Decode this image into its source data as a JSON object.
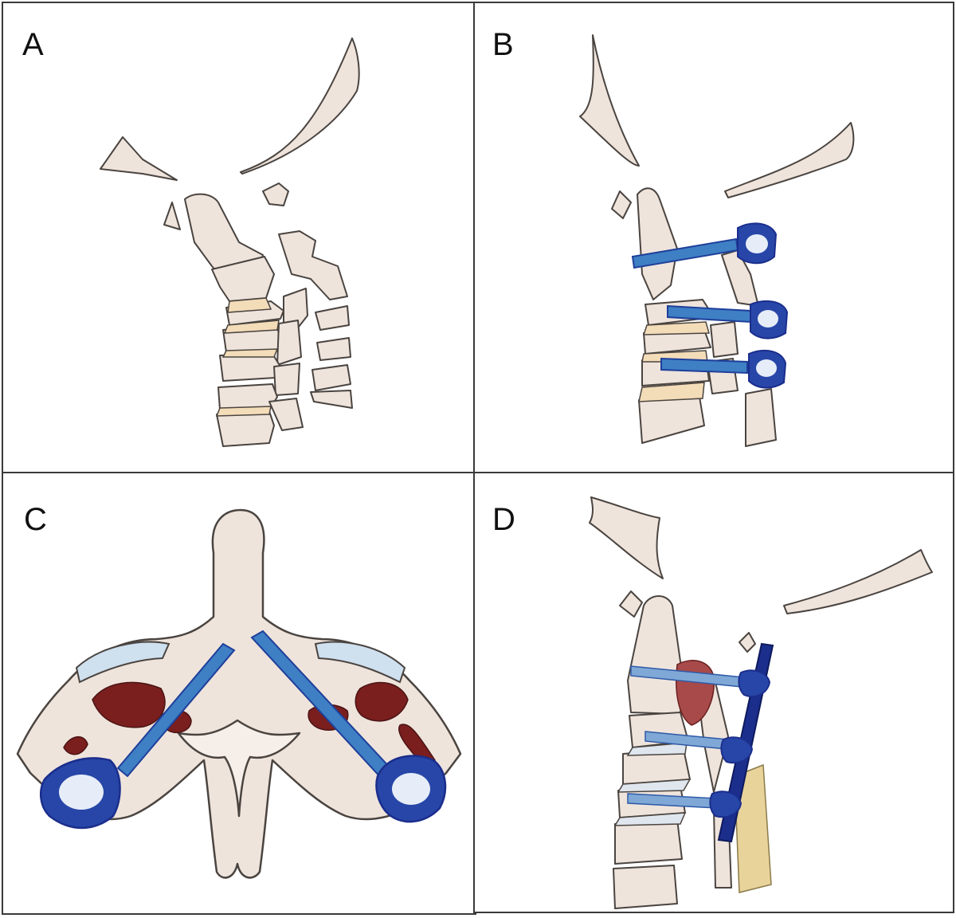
{
  "panels": [
    {
      "id": "A",
      "label": "A"
    },
    {
      "id": "B",
      "label": "B"
    },
    {
      "id": "C",
      "label": "C"
    },
    {
      "id": "D",
      "label": "D"
    }
  ],
  "colors": {
    "bone_fill": "#efe4dc",
    "bone_stroke": "#4a4440",
    "disc_fill": "#f3dcb8",
    "screw_light": "#3f7fc4",
    "screw_dark": "#1e3f9a",
    "head_fill": "#2746a8",
    "head_highlight": "#e6edf8",
    "graft_fill": "#7a1e1e",
    "rod_fill": "#1b2e8c",
    "ligament_fill": "#e8d39a",
    "border": "#3a3a3a"
  }
}
